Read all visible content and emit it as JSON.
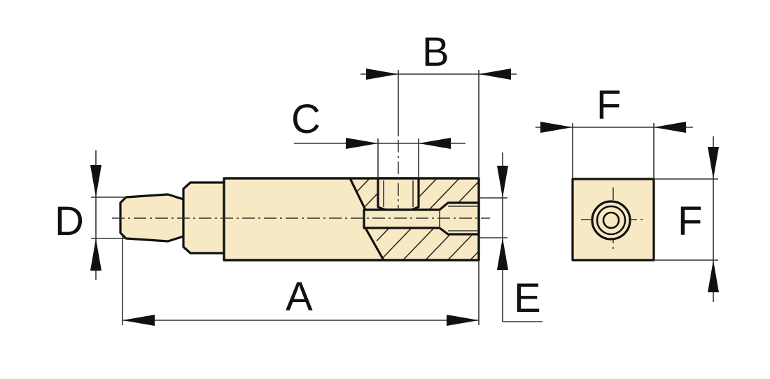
{
  "colors": {
    "part_fill": "#f6e9c3",
    "line": "#111111",
    "background": "#ffffff"
  },
  "dimensions": {
    "A": "A",
    "B": "B",
    "C": "C",
    "D": "D",
    "E": "E",
    "F_top": "F",
    "F_side": "F"
  }
}
